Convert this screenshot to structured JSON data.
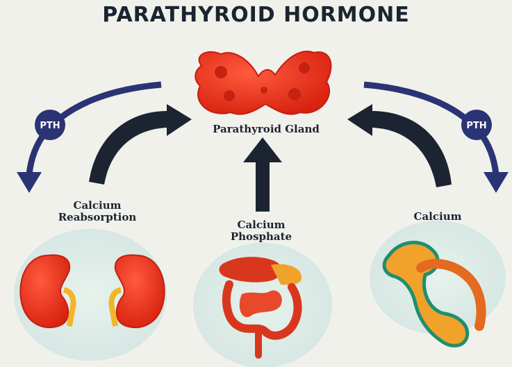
{
  "title": "PARATHYROID HORMONE",
  "center_label": "Parathyroid Gland",
  "left_label_line1": "Calcium",
  "left_label_line2": "Reabsorption",
  "middle_label_line1": "Calcium",
  "middle_label_line2": "Phosphate",
  "right_label": "Calcium",
  "pth_left": "PTH",
  "pth_right": "PTH",
  "colors": {
    "arrow_dark": "#1b2430",
    "pth_arrow": "#2a3475",
    "organ_red": "#e0301e",
    "background": "#f1f1ec"
  }
}
